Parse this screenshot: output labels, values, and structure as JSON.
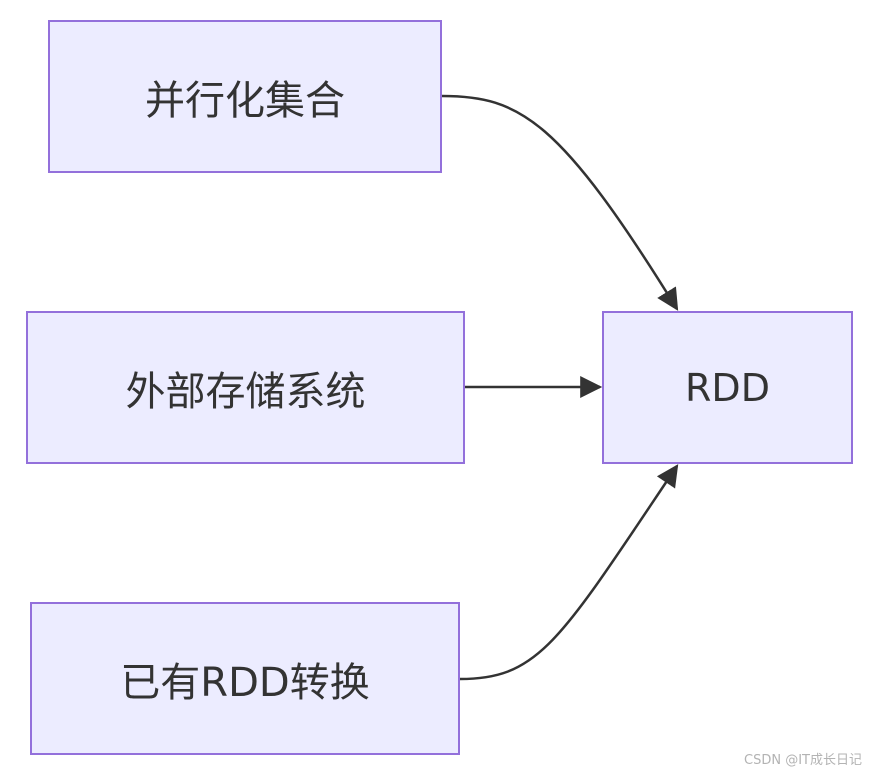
{
  "nodes": {
    "parallel": "并行化集合",
    "storage": "外部存储系统",
    "existing": "已有RDD转换",
    "rdd": "RDD"
  },
  "watermark": "CSDN @IT成长日记",
  "colors": {
    "node_fill": "#ececff",
    "node_border": "#9370db",
    "edge": "#333333",
    "text": "#333333"
  }
}
